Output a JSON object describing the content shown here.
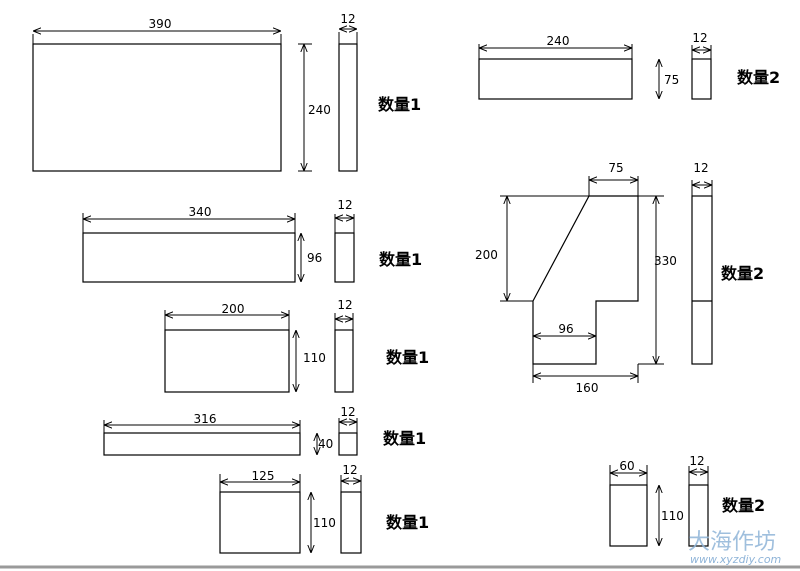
{
  "parts": [
    {
      "id": "p1",
      "width_label": "390",
      "height_label": "240",
      "thick_label": "12",
      "qty_label": "数量1"
    },
    {
      "id": "p2",
      "width_label": "340",
      "height_label": "96",
      "thick_label": "12",
      "qty_label": "数量1"
    },
    {
      "id": "p3",
      "width_label": "200",
      "height_label": "110",
      "thick_label": "12",
      "qty_label": "数量1"
    },
    {
      "id": "p4",
      "width_label": "316",
      "height_label": "40",
      "thick_label": "12",
      "qty_label": "数量1"
    },
    {
      "id": "p5",
      "width_label": "125",
      "height_label": "110",
      "thick_label": "12",
      "qty_label": "数量1"
    },
    {
      "id": "p6",
      "width_label": "240",
      "height_label": "75",
      "thick_label": "12",
      "qty_label": "数量2"
    },
    {
      "id": "p7",
      "top_label": "75",
      "left_label": "200",
      "right_label": "330",
      "inner_label": "96",
      "bottom_label": "160",
      "thick_label": "12",
      "qty_label": "数量2"
    },
    {
      "id": "p8",
      "width_label": "60",
      "height_label": "110",
      "thick_label": "12",
      "qty_label": "数量2"
    }
  ],
  "watermark": {
    "text": "大海作坊",
    "url": "www.xyzdiy.com"
  }
}
